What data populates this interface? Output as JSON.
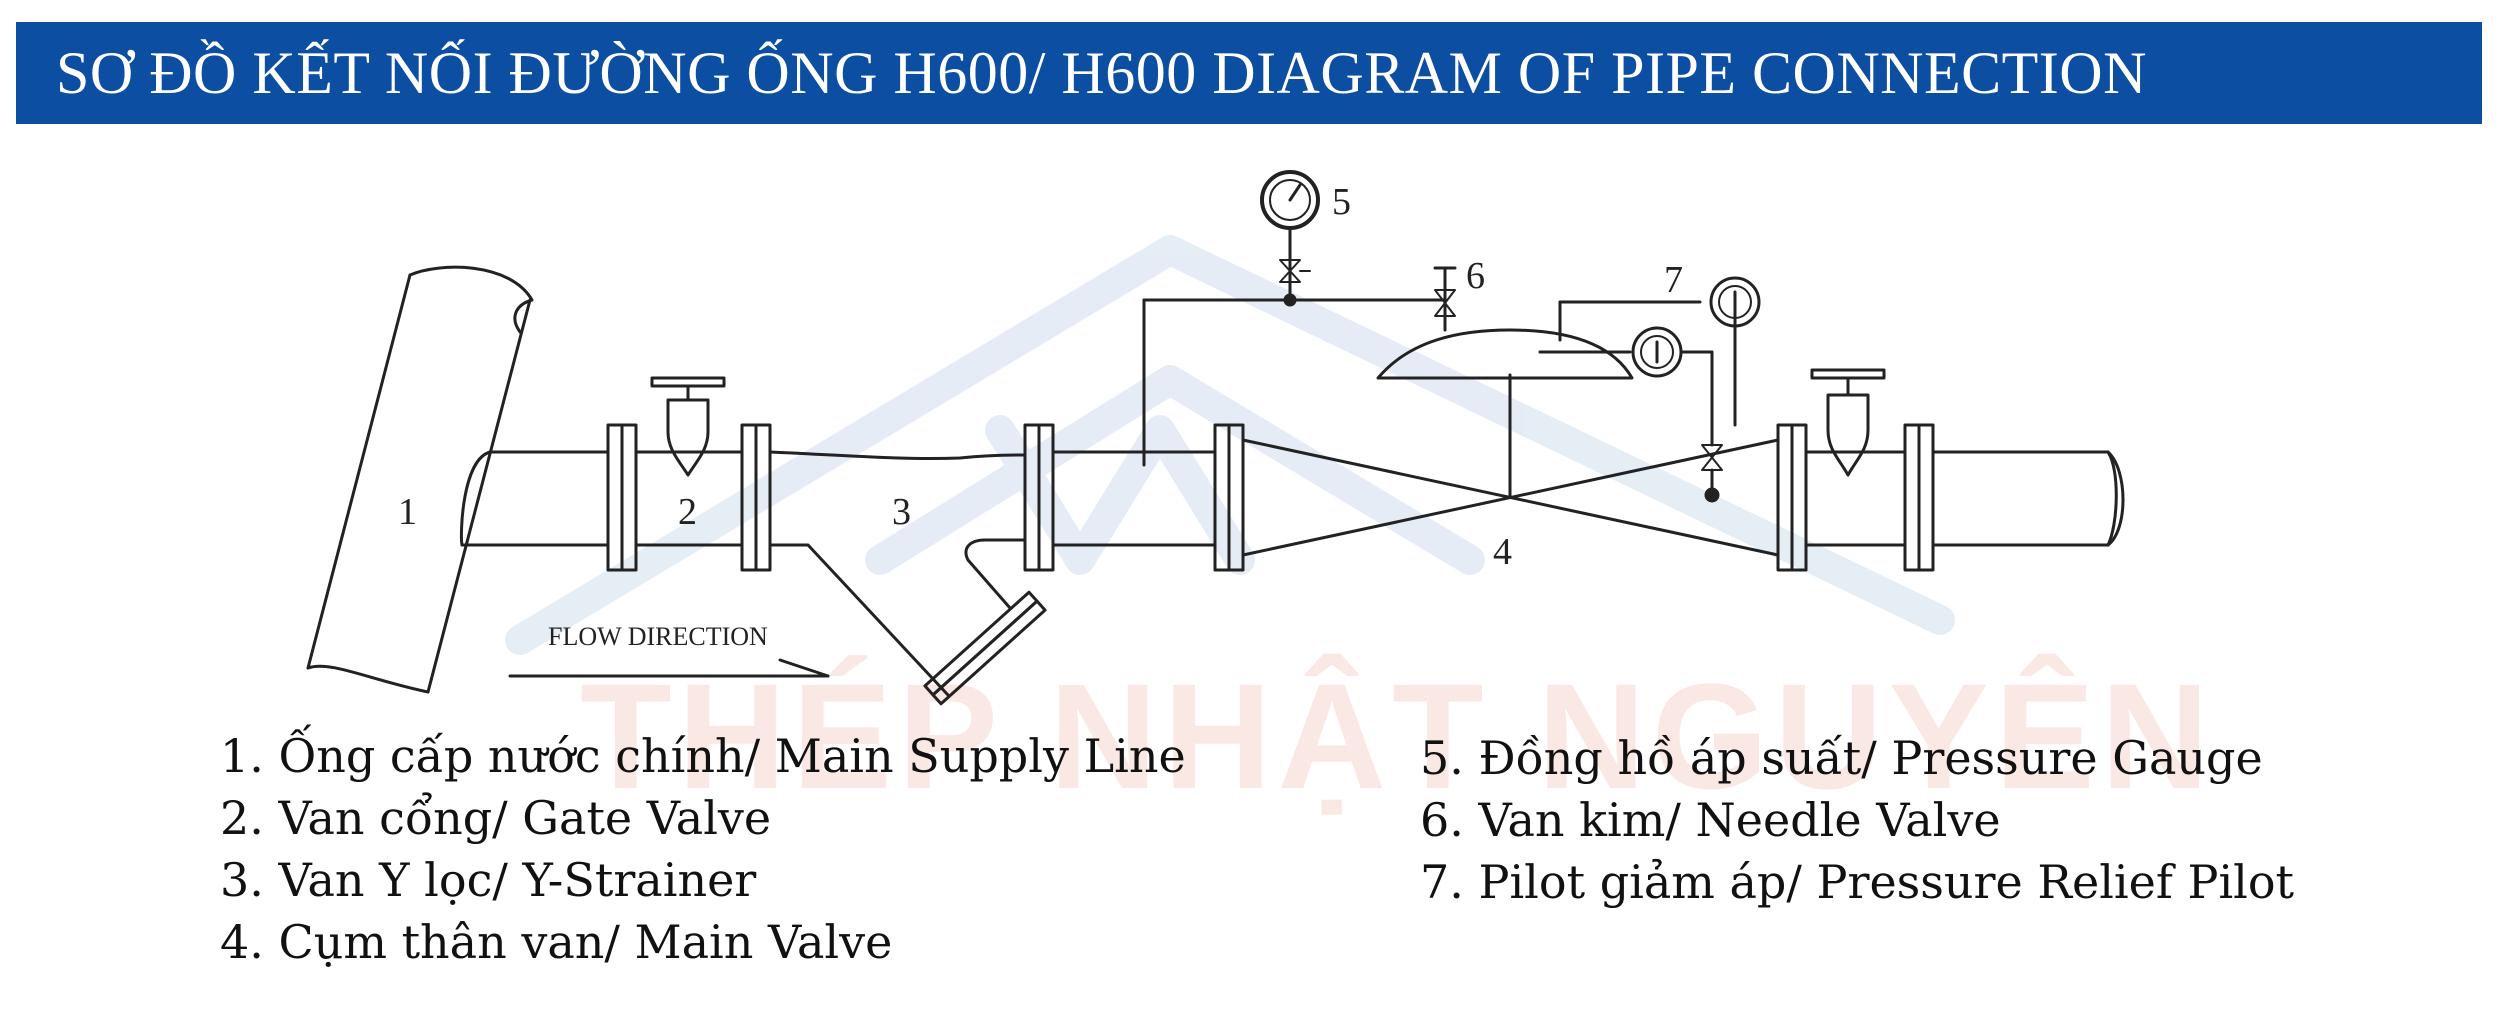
{
  "title": "SƠ ĐỒ KẾT NỐI ĐƯỜNG ỐNG H600/ H600 DIAGRAM OF PIPE CONNECTION",
  "colors": {
    "title_bar": "#0b4ea2",
    "title_text": "#ffffff",
    "line": "#222222",
    "watermark": "#f6d6cf"
  },
  "watermark": "THÉP NHẬT NGUYÊN",
  "diagram": {
    "flow_label": "FLOW DIRECTION",
    "markers": {
      "m1": "1",
      "m2": "2",
      "m3": "3",
      "m4": "4",
      "m5": "5",
      "m6": "6",
      "m7": "7"
    }
  },
  "legend": {
    "left": [
      "1. Ống cấp nước chính/ Main Supply Line",
      "2. Van cổng/ Gate Valve",
      "3. Van Y lọc/ Y-Strainer",
      "4. Cụm thân van/ Main Valve"
    ],
    "right": [
      "5. Đồng hồ áp suất/ Pressure Gauge",
      "6. Van kim/ Needle Valve",
      "7. Pilot giảm áp/ Pressure Relief Pilot"
    ]
  }
}
